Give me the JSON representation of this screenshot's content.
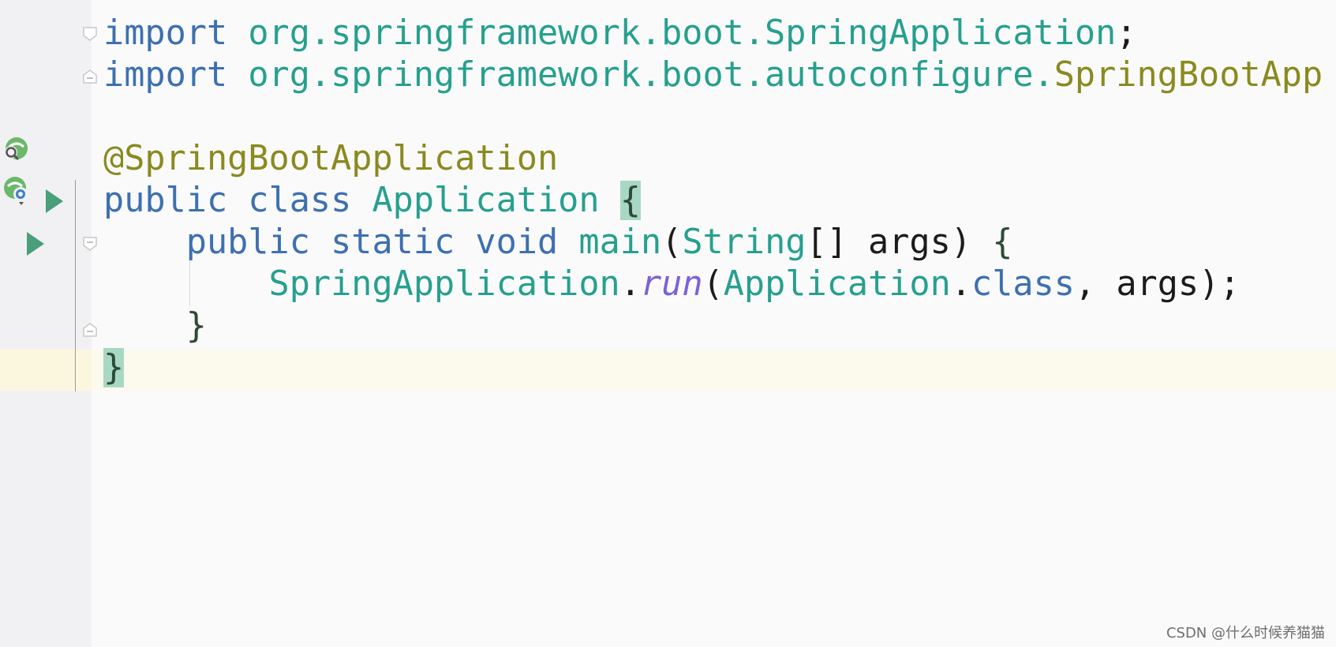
{
  "editor": {
    "lines": [
      [
        {
          "t": "import ",
          "c": "kw"
        },
        {
          "t": "org.springframework.boot.SpringApplication",
          "c": "pkg"
        },
        {
          "t": ";",
          "c": "plain"
        }
      ],
      [
        {
          "t": "import ",
          "c": "kw"
        },
        {
          "t": "org.springframework.boot.autoconfigure.",
          "c": "pkg"
        },
        {
          "t": "SpringBootApp",
          "c": "ann"
        }
      ],
      [],
      [
        {
          "t": "@SpringBootApplication",
          "c": "ann"
        }
      ],
      [
        {
          "t": "public ",
          "c": "kw"
        },
        {
          "t": "class ",
          "c": "kw"
        },
        {
          "t": "Application ",
          "c": "cls"
        },
        {
          "t": "{",
          "c": "brace hl"
        }
      ],
      [
        {
          "t": "    ",
          "c": "plain"
        },
        {
          "t": "public ",
          "c": "kw"
        },
        {
          "t": "static ",
          "c": "kw"
        },
        {
          "t": "void ",
          "c": "kw"
        },
        {
          "t": "main",
          "c": "fn"
        },
        {
          "t": "(",
          "c": "plain"
        },
        {
          "t": "String",
          "c": "cls"
        },
        {
          "t": "[] args) ",
          "c": "plain"
        },
        {
          "t": "{",
          "c": "brace"
        }
      ],
      [
        {
          "t": "        ",
          "c": "plain"
        },
        {
          "t": "SpringApplication",
          "c": "cls"
        },
        {
          "t": ".",
          "c": "plain"
        },
        {
          "t": "run",
          "c": "ital"
        },
        {
          "t": "(",
          "c": "plain"
        },
        {
          "t": "Application",
          "c": "cls"
        },
        {
          "t": ".",
          "c": "plain"
        },
        {
          "t": "class",
          "c": "kw"
        },
        {
          "t": ", args);",
          "c": "plain"
        }
      ],
      [
        {
          "t": "    ",
          "c": "plain"
        },
        {
          "t": "}",
          "c": "brace"
        }
      ],
      [
        {
          "t": "}",
          "c": "brace hl"
        }
      ]
    ]
  },
  "watermark": "CSDN @什么时候养猫猫",
  "gutter_icons": [
    "spring-bean-icon",
    "spring-bean-icon",
    "run-icon",
    "run-icon"
  ],
  "colors": {
    "keyword": "#3d70b0",
    "class": "#26a08e",
    "annotation": "#8a8a1f",
    "italic_method": "#7a62d6",
    "brace_highlight": "#a8d8c4",
    "current_line": "#fbfaec",
    "background": "#fafafb",
    "gutter": "#f1f1f3"
  }
}
